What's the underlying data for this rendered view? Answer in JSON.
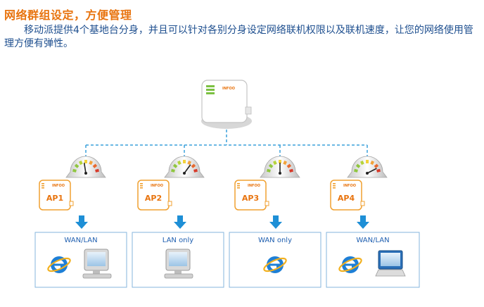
{
  "header": {
    "title": "网络群组设定，方便管理",
    "description": "移动派提供4个基地台分身，并且可以针对各别分身设定网络联机权限以及联机速度，让您的网络使用管理方便有弹性。"
  },
  "router": {
    "brand": "INFOO",
    "icon": "router-device-icon"
  },
  "access_points": [
    {
      "label": "AP1",
      "brand": "INFOO",
      "mode": "WAN/LAN",
      "speed_level": 0.45,
      "devices": [
        "internet-explorer-icon",
        "desktop-computer-icon"
      ]
    },
    {
      "label": "AP2",
      "brand": "INFOO",
      "mode": "LAN only",
      "speed_level": 0.7,
      "devices": [
        "desktop-computer-icon"
      ]
    },
    {
      "label": "AP3",
      "brand": "INFOO",
      "mode": "WAN only",
      "speed_level": 0.5,
      "devices": [
        "internet-explorer-icon"
      ]
    },
    {
      "label": "AP4",
      "brand": "INFOO",
      "mode": "WAN/LAN",
      "speed_level": 0.85,
      "devices": [
        "internet-explorer-icon",
        "laptop-computer-icon"
      ]
    }
  ],
  "colors": {
    "title": "#e8740f",
    "description": "#1e4f8f",
    "ap_orange": "#f0a030",
    "connector_blue": "#3aa0dc",
    "arrow_blue": "#1e8fd6",
    "box_border": "#86b6de"
  }
}
